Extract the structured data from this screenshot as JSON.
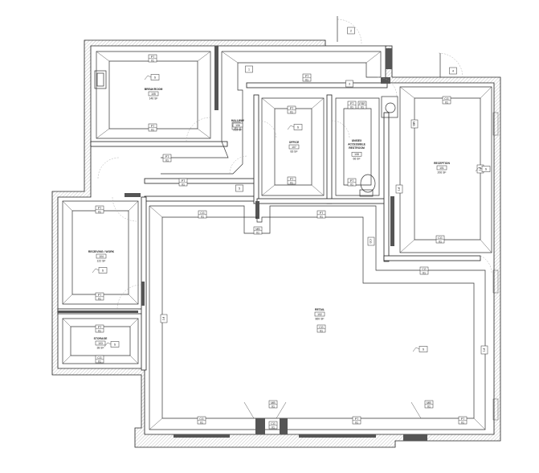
{
  "rooms": [
    {
      "key": "breakroom",
      "name": "BREAKROOM",
      "number": "105",
      "area": "146 SF"
    },
    {
      "key": "hallway",
      "name": "HALLWAY",
      "number": "106",
      "area": "213 SF"
    },
    {
      "key": "office",
      "name": "OFFICE",
      "number": "107",
      "area": "83 SF"
    },
    {
      "key": "restroom",
      "name": "UNISEX ACCESSIBLE RESTROOM",
      "line1": "UNISEX",
      "line2": "ACCESSIBLE",
      "line3": "RESTROOM",
      "number": "108",
      "area": "66 SF"
    },
    {
      "key": "reception",
      "name": "RECEPTION",
      "number": "101",
      "area": "206 SF"
    },
    {
      "key": "receiving",
      "name": "RECEIVING / WORK",
      "number": "104",
      "area": "122 SF"
    },
    {
      "key": "storage",
      "name": "STORAGE",
      "number": "103",
      "area": "38 SF"
    },
    {
      "key": "retail",
      "name": "RETAIL",
      "number": "102",
      "area": "860 SF"
    }
  ],
  "tags": {
    "pt": "PT",
    "cg": "CG",
    "mb": "MB",
    "frp": "FRP",
    "d1": "01",
    "doors": [
      "1",
      "2",
      "3",
      "4",
      "5"
    ],
    "switch": "S"
  }
}
